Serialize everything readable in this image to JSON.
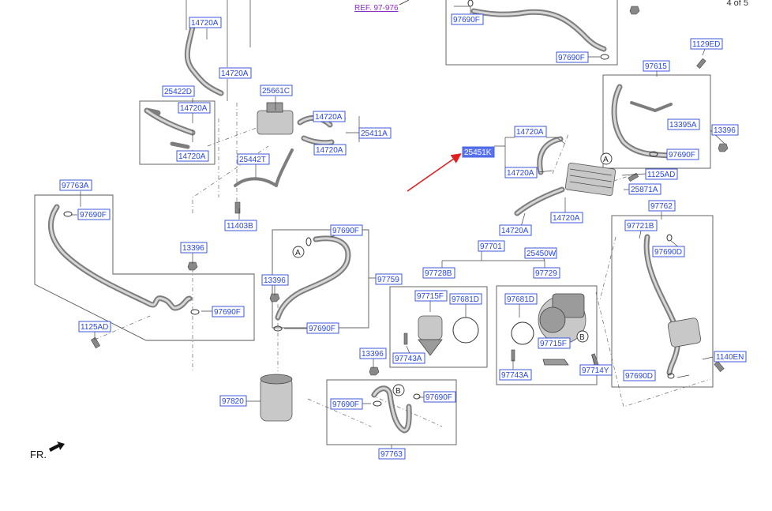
{
  "page_indicator": "4 of 5",
  "front_label": "FR.",
  "reference_label": "REF. 97-976",
  "part_labels": {
    "p14720A_a": "14720A",
    "p14720A_b": "14720A",
    "p14720A_c": "14720A",
    "p14720A_d": "14720A",
    "p14720A_e": "14720A",
    "p14720A_f": "14720A",
    "p14720A_g": "14720A",
    "p14720A_h": "14720A",
    "p14720A_i": "14720A",
    "p14720A_j": "14720A",
    "p25422D": "25422D",
    "p25661C": "25661C",
    "p25411A": "25411A",
    "p25442T": "25442T",
    "p11403B": "11403B",
    "p25451K": "25451K",
    "p25871A": "25871A",
    "p1125AD_a": "1125AD",
    "p1125AD_b": "1125AD",
    "p1129ED": "1129ED",
    "p97615": "97615",
    "p13395A": "13395A",
    "p13396_a": "13396",
    "p13396_b": "13396",
    "p13396_c": "13396",
    "p13396_d": "13396",
    "p97690F_a": "97690F",
    "p97690F_b": "97690F",
    "p97690F_c": "97690F",
    "p97690F_d": "97690F",
    "p97690F_e": "97690F",
    "p97690F_f": "97690F",
    "p97690F_g": "97690F",
    "p97690F_h": "97690F",
    "p97690F_i": "97690F",
    "p97763A": "97763A",
    "p97759": "97759",
    "p97820": "97820",
    "p97763": "97763",
    "p97701": "97701",
    "p25450W": "25450W",
    "p97728B": "97728B",
    "p97729": "97729",
    "p97715F_a": "97715F",
    "p97715F_b": "97715F",
    "p97681D_a": "97681D",
    "p97681D_b": "97681D",
    "p97743A_a": "97743A",
    "p97743A_b": "97743A",
    "p97714Y": "97714Y",
    "p97762": "97762",
    "p97721B": "97721B",
    "p97690D_a": "97690D",
    "p97690D_b": "97690D",
    "p1140EN": "1140EN"
  },
  "markers": {
    "A1": "A",
    "A2": "A",
    "B1": "B",
    "B2": "B"
  },
  "colors": {
    "label_stroke": "#2a48d8",
    "selected_fill": "#5b74ee",
    "callout_arrow": "#e02020",
    "ref_text": "#8b2fc9"
  }
}
